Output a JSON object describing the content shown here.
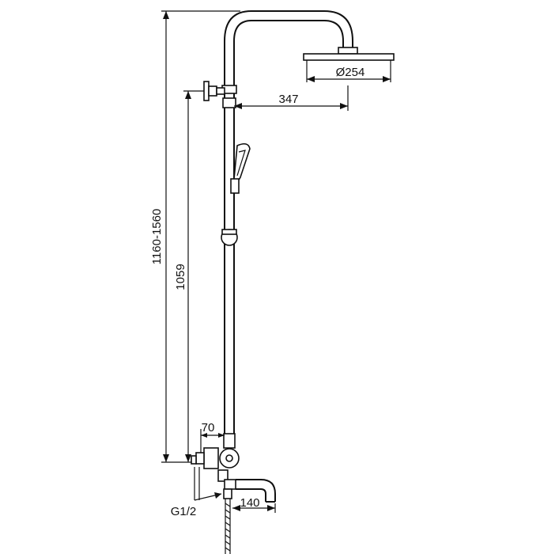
{
  "dimensions": {
    "total_height": "1160-1560",
    "bar_height": "1059",
    "head_diameter": "Ø254",
    "arm_reach": "347",
    "mixer_offset": "70",
    "spout_reach": "140",
    "inlet_thread": "G1/2"
  },
  "colors": {
    "line": "#111111",
    "background": "#ffffff"
  }
}
